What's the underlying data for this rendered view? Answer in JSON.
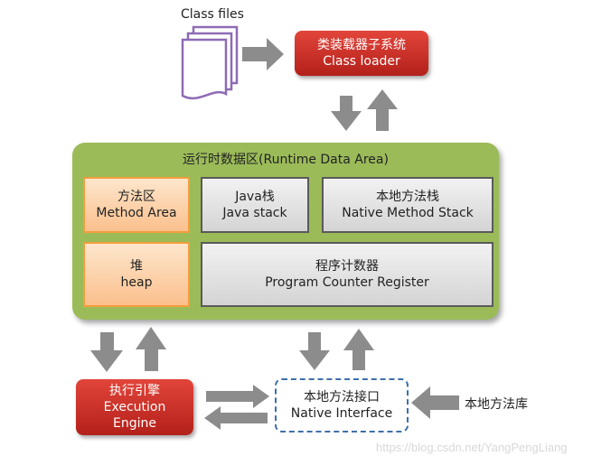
{
  "class_files": {
    "label": "Class files"
  },
  "class_loader": {
    "line1": "类装载器子系统",
    "line2": "Class loader"
  },
  "runtime_area": {
    "title": "运行时数据区(Runtime Data Area)",
    "method_area": {
      "line1": "方法区",
      "line2": "Method Area"
    },
    "java_stack": {
      "line1": "Java栈",
      "line2": "Java stack"
    },
    "native_stack": {
      "line1": "本地方法栈",
      "line2": "Native Method Stack"
    },
    "heap": {
      "line1": "堆",
      "line2": "heap"
    },
    "pc_register": {
      "line1": "程序计数器",
      "line2": "Program Counter Register"
    }
  },
  "execution_engine": {
    "line1": "执行引擎",
    "line2": "Execution",
    "line3": "Engine"
  },
  "native_interface": {
    "line1": "本地方法接口",
    "line2": "Native Interface"
  },
  "native_library": {
    "label": "本地方法库"
  },
  "watermark": {
    "text": "https://blog.csdn.net/YangPengLiang"
  },
  "colors": {
    "red": "#c62d22",
    "green": "#9bbb59",
    "orange_border": "#f59d3d",
    "gray_arrow": "#8c8c8c",
    "dashed_blue": "#3e6fa8"
  }
}
